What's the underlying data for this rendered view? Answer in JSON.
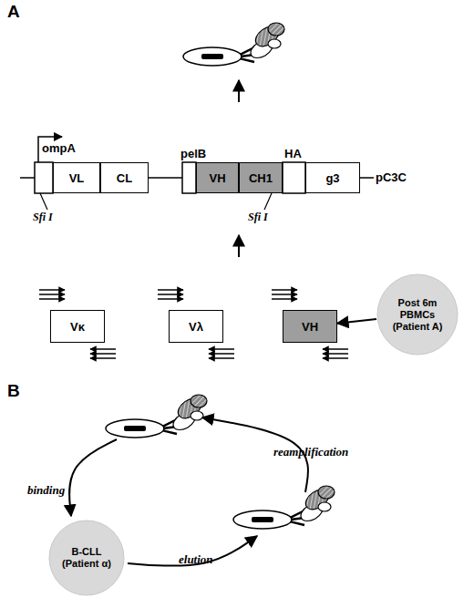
{
  "diagram": {
    "nodes": [
      {
        "text": [
          "VL"
        ]
      },
      {
        "text": [
          "CL"
        ]
      },
      {
        "text": [
          "VH"
        ]
      },
      {
        "text": [
          "CH1"
        ]
      },
      {
        "text": [
          "g3"
        ]
      },
      {
        "text": [
          "Vκ"
        ]
      },
      {
        "text": [
          "Vλ"
        ]
      },
      {
        "text": [
          "VH"
        ]
      },
      {
        "text": [
          "Post 6m PBMCs (Patient A)"
        ]
      },
      {
        "text": [
          "B-CLL (Patient α)"
        ]
      }
    ],
    "edges": [
      {
        "from": 8,
        "to": 7,
        "arrow": "to"
      }
    ],
    "labels": [
      "A",
      "ompA",
      "pelB",
      "HA",
      "pC3C",
      "Sfi I",
      "Sfi I",
      "B",
      "binding",
      "elution",
      "reamplification"
    ]
  }
}
